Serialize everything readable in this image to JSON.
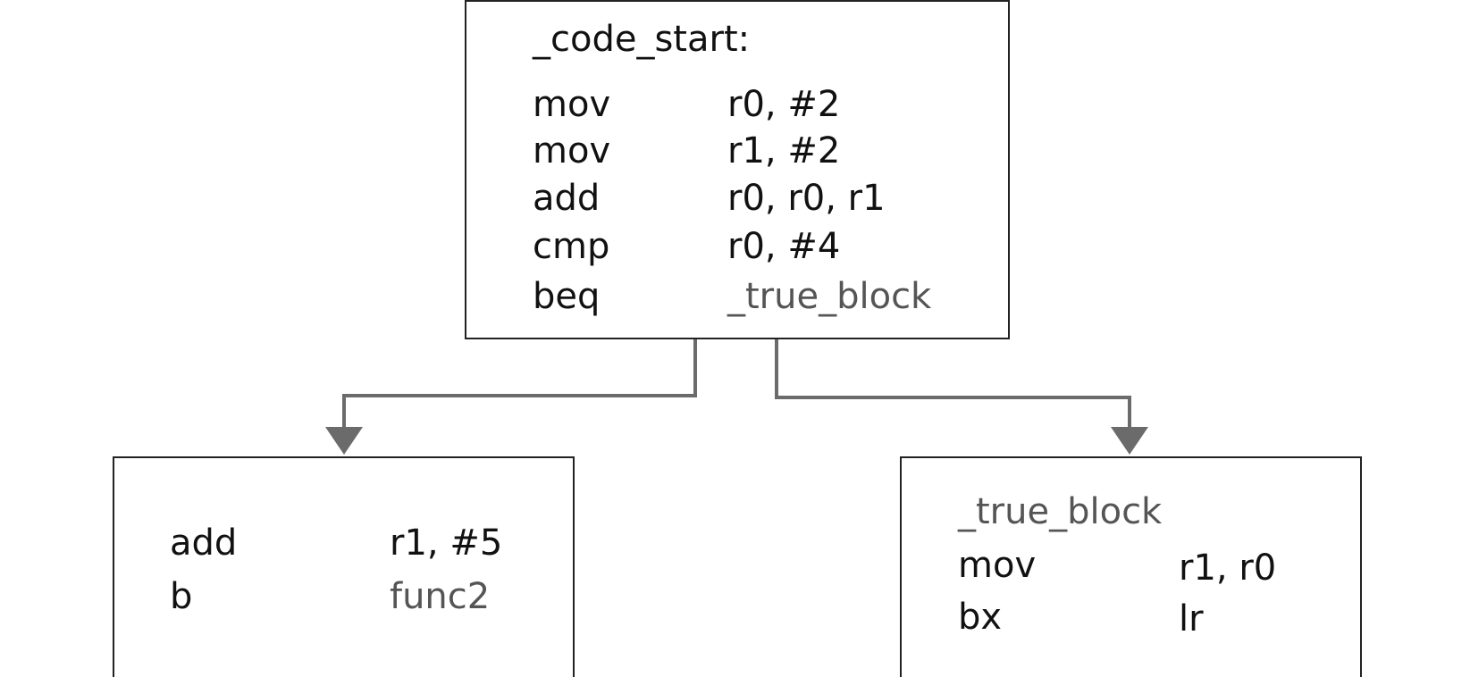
{
  "diagram": {
    "colors": {
      "border": "#222222",
      "text": "#111111",
      "label_reference": "#555555",
      "arrow": "#6b6b6b"
    },
    "blocks": {
      "code_start": {
        "label": "_code_start:",
        "instructions": [
          {
            "op": "mov",
            "args": "r0, #2"
          },
          {
            "op": "mov",
            "args": "r1, #2"
          },
          {
            "op": "add",
            "args": "r0, r0, r1"
          },
          {
            "op": "cmp",
            "args": "r0, #4"
          },
          {
            "op": "beq",
            "args": "_true_block"
          }
        ]
      },
      "false_branch": {
        "instructions": [
          {
            "op": "add",
            "args": "r1, #5"
          },
          {
            "op": "b",
            "args": "func2"
          }
        ]
      },
      "true_branch": {
        "label": "_true_block",
        "instructions": [
          {
            "op": "mov",
            "args": "r1, r0"
          },
          {
            "op": "bx",
            "args": "lr"
          }
        ]
      }
    },
    "edges": [
      {
        "from": "code_start",
        "to": "false_branch"
      },
      {
        "from": "code_start",
        "to": "true_branch"
      }
    ]
  }
}
